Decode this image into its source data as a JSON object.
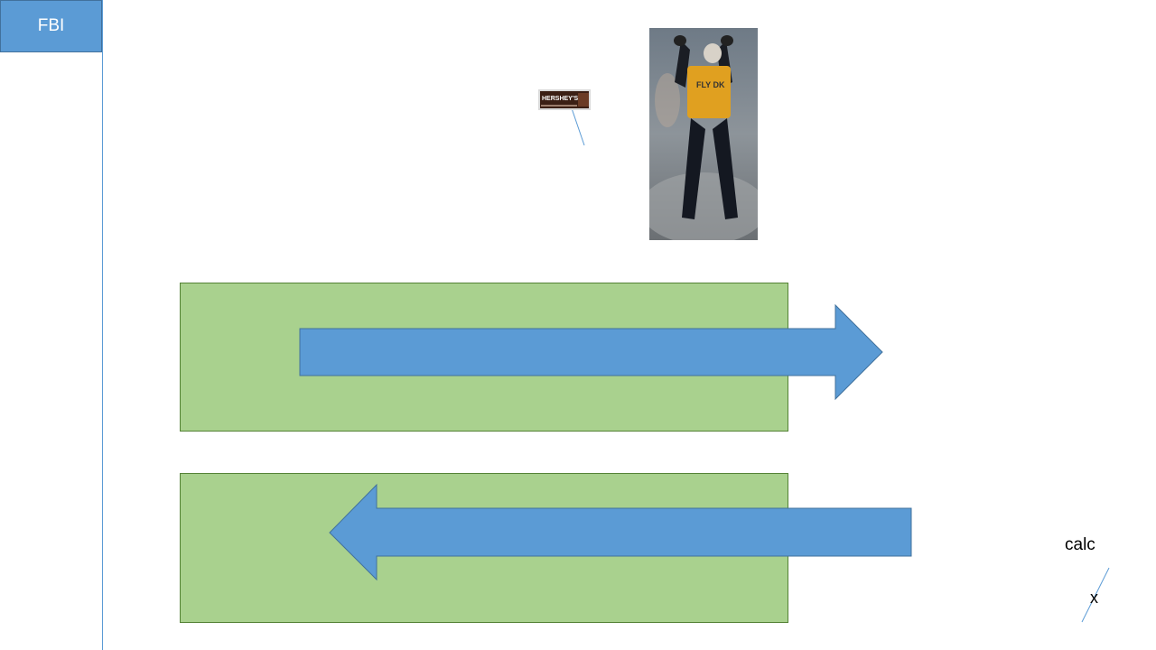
{
  "fbi_label": "FBI",
  "calc_label": "calc",
  "x_label": "x",
  "candy_brand": "HERSHEY'S",
  "photo_vest_text": "FLY DK",
  "colors": {
    "accent_blue": "#5b9bd5",
    "blue_border": "#41719c",
    "green_fill": "#a9d18e",
    "green_border": "#548235"
  }
}
